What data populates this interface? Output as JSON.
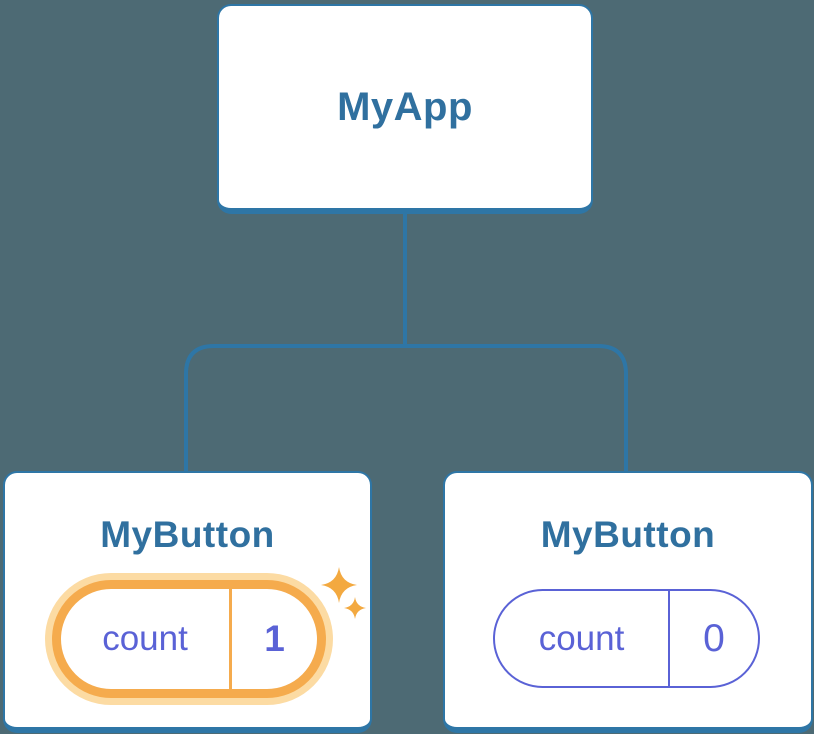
{
  "background": "#4d6a74",
  "colors": {
    "bg": "#4d6a74",
    "line": "#2e76a6",
    "heading": "#30709f",
    "indigo": "#5a62d6",
    "orange": "#f5ab4d",
    "orange-light": "#fcdba3",
    "sparkle": "#f3a940"
  },
  "tree": {
    "root": {
      "label": "MyApp"
    },
    "children": [
      {
        "label": "MyButton",
        "state_key": "count",
        "state_value": "1",
        "highlighted": true
      },
      {
        "label": "MyButton",
        "state_key": "count",
        "state_value": "0",
        "highlighted": false
      }
    ]
  },
  "icons": {
    "state_changed": "sparkles-icon"
  }
}
